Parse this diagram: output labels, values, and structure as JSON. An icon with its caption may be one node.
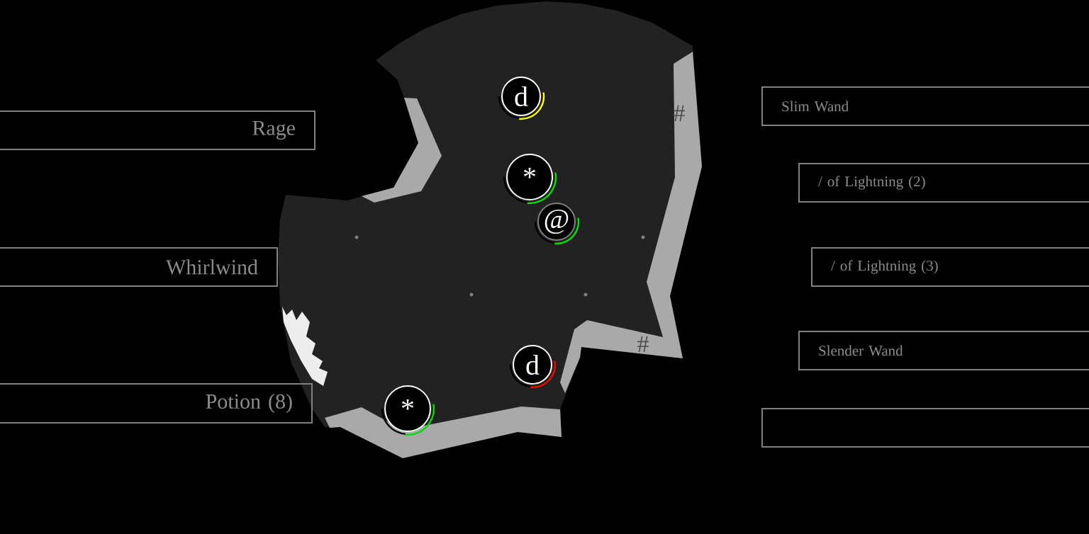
{
  "diagram": {
    "nodes": [
      {
        "text": [
          "Rage"
        ]
      },
      {
        "text": [
          "Whirlwind"
        ]
      },
      {
        "text": [
          "Potion (8)"
        ]
      },
      {
        "text": [
          "d"
        ]
      },
      {
        "text": [
          "*"
        ]
      },
      {
        "text": [
          "@"
        ]
      },
      {
        "text": [
          "d"
        ]
      },
      {
        "text": [
          "*"
        ]
      },
      {
        "text": [
          "Slim Wand"
        ]
      },
      {
        "text": [
          "/ of Lightning (2)"
        ]
      },
      {
        "text": [
          "/ of Lightning (3)"
        ]
      },
      {
        "text": [
          "Slender Wand"
        ]
      },
      {
        "text": [],
        "shape": "box"
      }
    ],
    "labels": [
      "#",
      "#"
    ]
  }
}
